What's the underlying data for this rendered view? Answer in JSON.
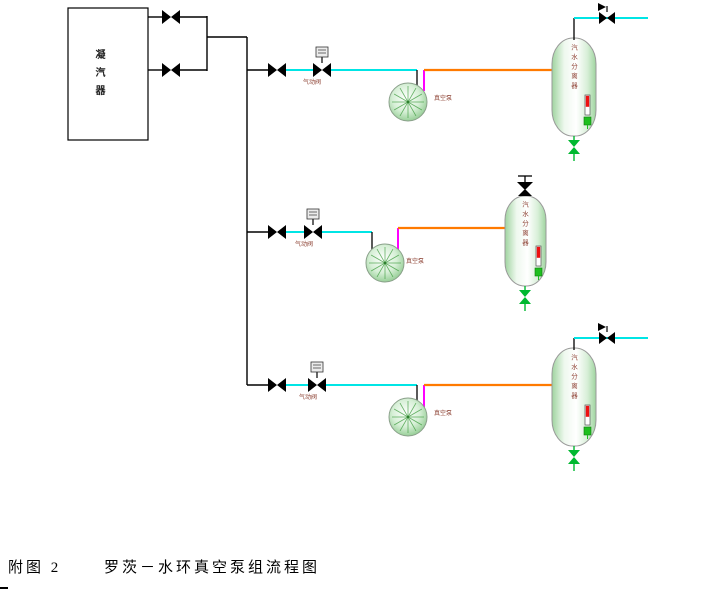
{
  "figure": {
    "number": "附图 2",
    "title": "罗茨－水环真空泵组流程图"
  },
  "labels": {
    "condenser": "凝汽器",
    "vacuum_pump": "真空泵",
    "separator": "汽水分离器",
    "control_valve": "气动阀"
  },
  "colors": {
    "suction_pipe_cyan": "#00e5e5",
    "discharge_pipe_orange": "#ff7a00",
    "pump_outlet_magenta": "#ff00ff",
    "structure_black": "#000000",
    "drain_valve_green": "#00b830",
    "pump_fill_green": "#98d098",
    "vessel_fill_green": "#9fd49f",
    "gauge_red": "#ee1111",
    "gauge_green": "#1fbf1f",
    "small_label_text": "#8b3e2f"
  }
}
